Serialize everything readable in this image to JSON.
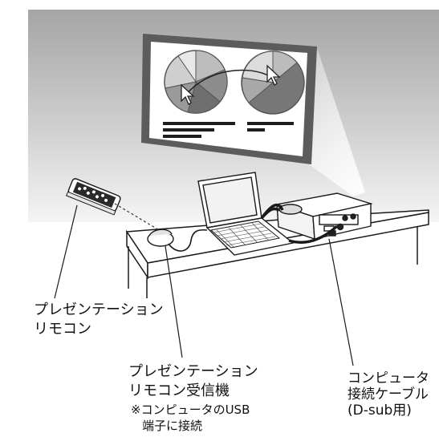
{
  "labels": {
    "remote_line1": "プレゼンテーション",
    "remote_line2": "リモコン",
    "receiver_line1": "プレゼンテーション",
    "receiver_line2": "リモコン受信機",
    "receiver_note1": "※コンピュータのUSB",
    "receiver_note2": "端子に接続",
    "cable_line1": "コンピュータ",
    "cable_line2": "接続ケーブル",
    "cable_line3": "(D-sub用)"
  },
  "colors": {
    "wall_top": "#a6a6a6",
    "wall_bottom": "#f4f4f4",
    "screen_frame": "#5c5c5c",
    "outline": "#1a1a1a"
  },
  "icons": [
    "presentation-remote-icon",
    "receiver-icon",
    "laptop-icon",
    "projector-icon",
    "pie-chart-icon",
    "cursor-arrow-icon"
  ]
}
